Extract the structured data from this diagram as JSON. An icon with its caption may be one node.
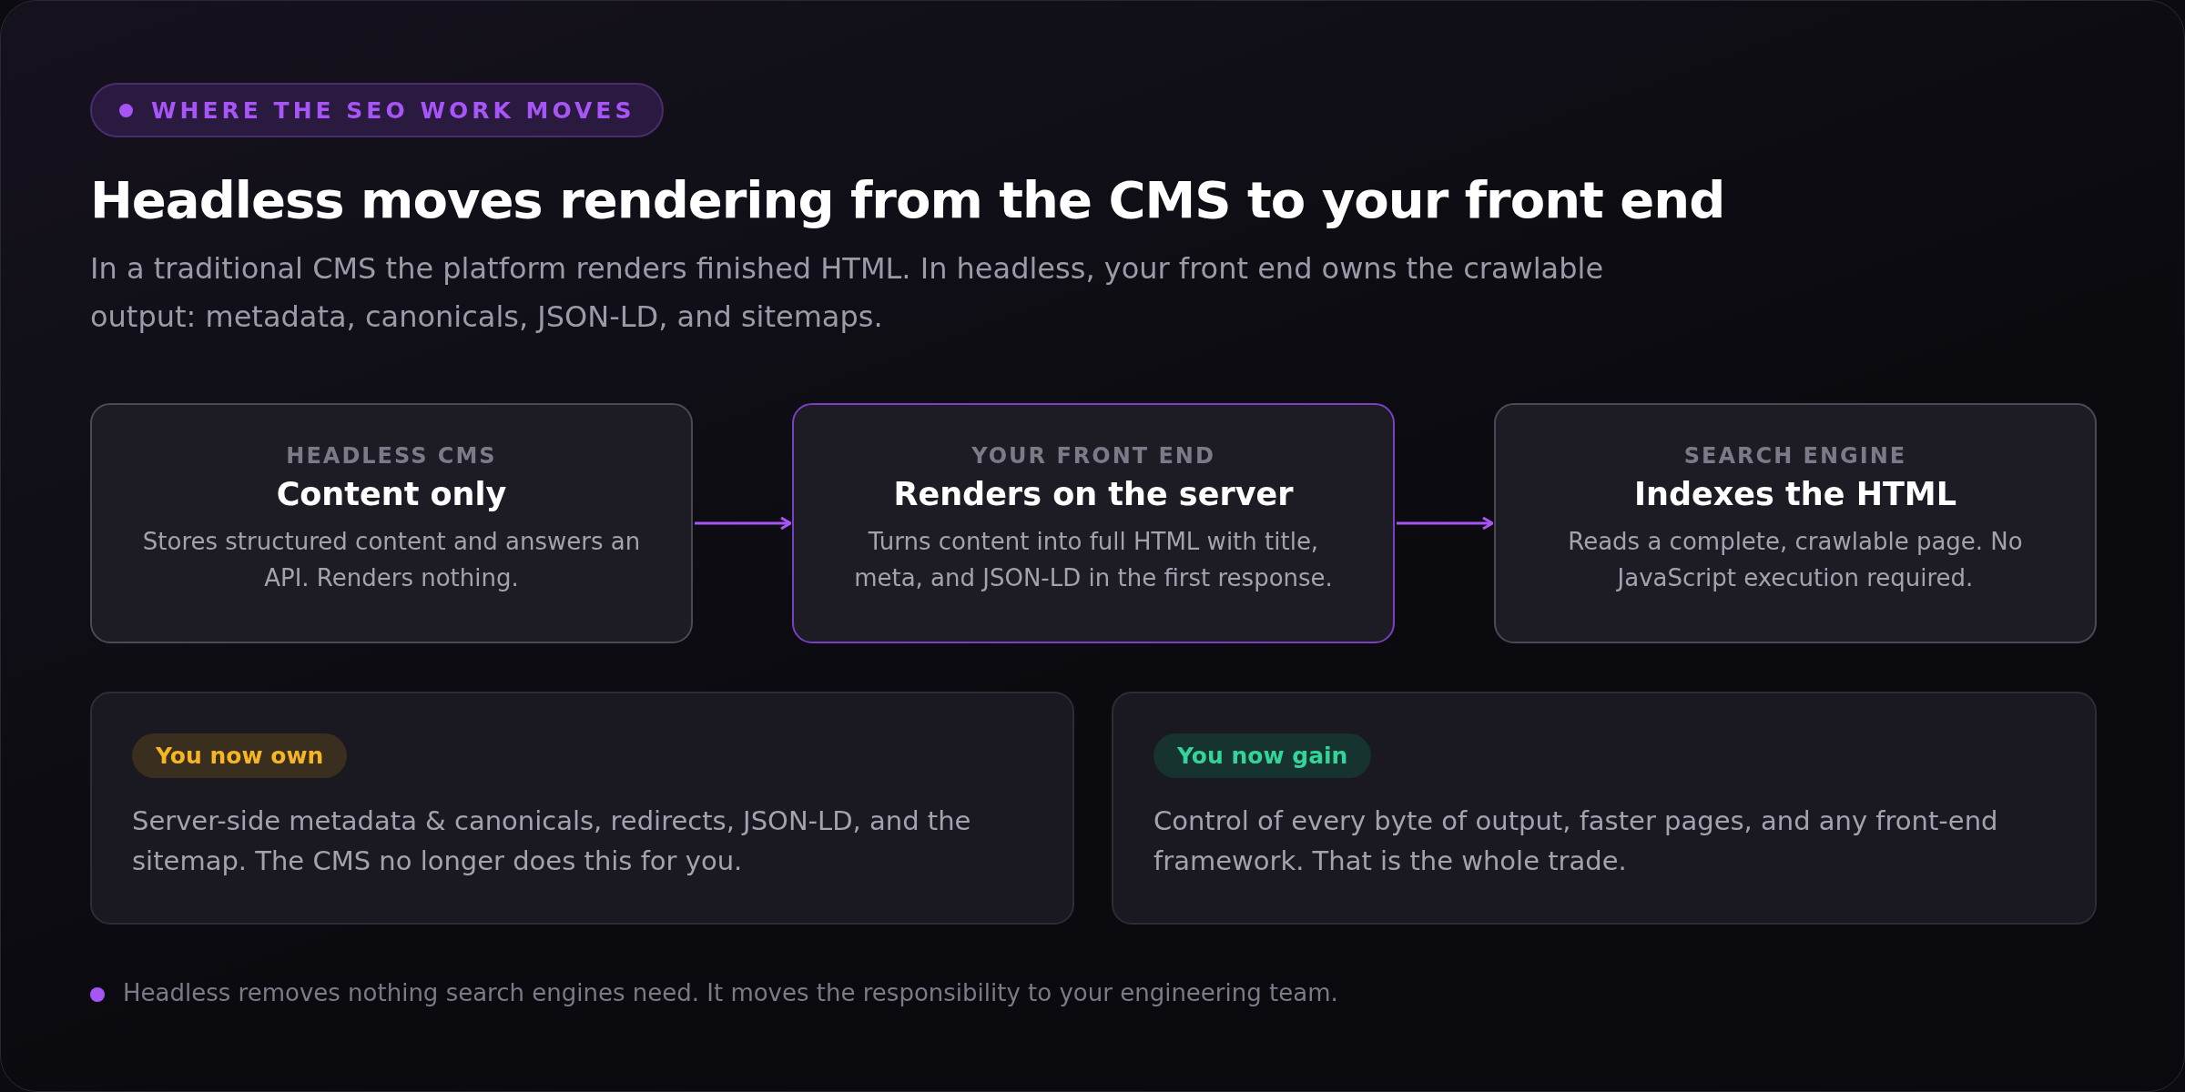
{
  "diagram": {
    "title": "Headless moves rendering from the CMS to your front end",
    "nodes": [
      {
        "text": [
          "HEADLESS CMS",
          "Content only",
          "Stores structured content and answers an API. Renders nothing."
        ]
      },
      {
        "text": [
          "YOUR FRONT END",
          "Renders on the server",
          "Turns content into full HTML with title, meta, and JSON-LD in the first response."
        ]
      },
      {
        "text": [
          "SEARCH ENGINE",
          "Indexes the HTML",
          "Reads a complete, crawlable page. No JavaScript execution required."
        ]
      },
      {
        "text": [
          "You now own",
          "Server-side metadata & canonicals, redirects, JSON-LD, and the sitemap. The CMS no longer does this for you."
        ]
      },
      {
        "text": [
          "You now gain",
          "Control of every byte of output, faster pages, and any front-end framework. That is the whole trade."
        ]
      }
    ],
    "edges": [
      {
        "from": 0,
        "to": 1,
        "arrow": "to"
      },
      {
        "from": 1,
        "to": 2,
        "arrow": "to"
      }
    ],
    "labels": [
      "WHERE THE SEO WORK MOVES",
      "In a traditional CMS the platform renders finished HTML. In headless, your front end owns the crawlable output: metadata, canonicals, JSON-LD, and sitemaps.",
      "Headless removes nothing search engines need. It moves the responsibility to your engineering team."
    ]
  }
}
